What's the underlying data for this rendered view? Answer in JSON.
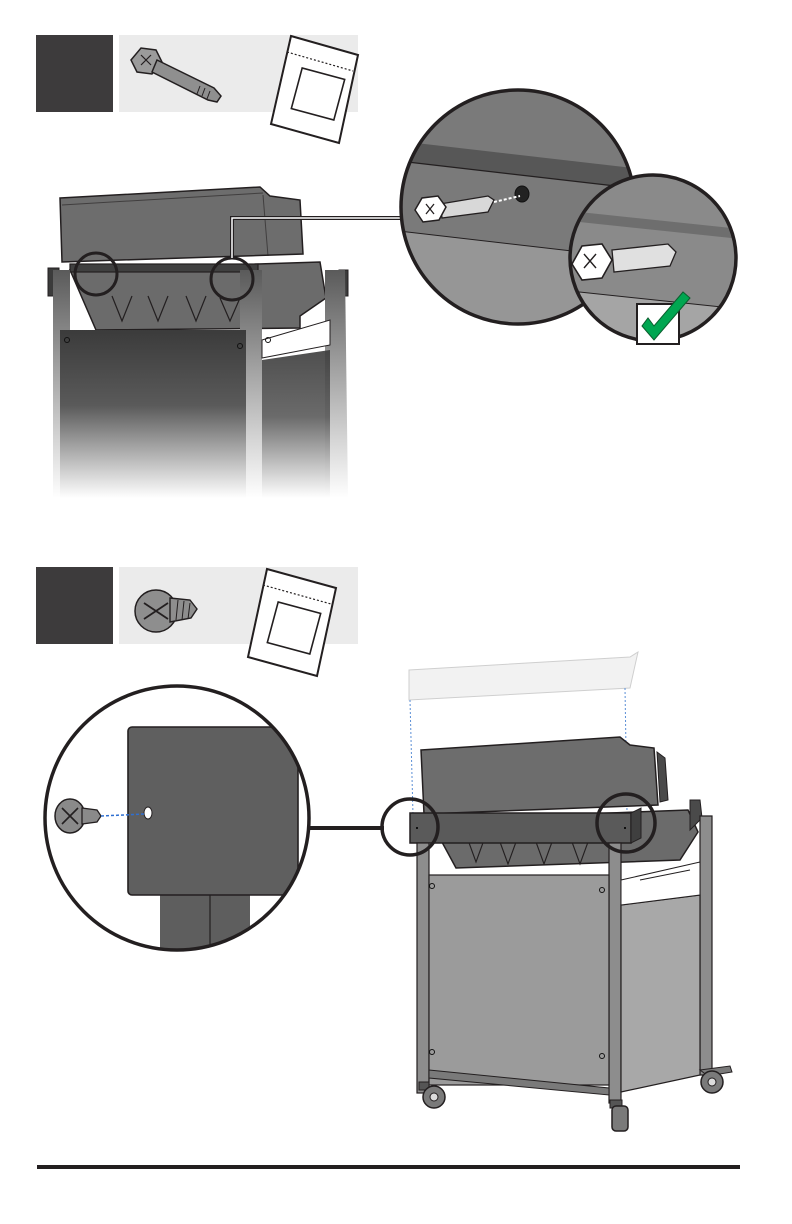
{
  "page": {
    "number": "",
    "accent_color": "#00a651",
    "dark_color": "#3d3b3c",
    "panel_color": "#ebebeb"
  },
  "steps": [
    {
      "id": "step-a",
      "number": "",
      "parts": [
        {
          "icon": "hex-bolt-icon",
          "quantity": ""
        },
        {
          "icon": "hardware-bag-icon"
        }
      ],
      "callouts": [
        "detail-insert-bolt",
        "detail-bolt-installed"
      ],
      "status_icon": "green-checkmark-icon"
    },
    {
      "id": "step-b",
      "number": "",
      "parts": [
        {
          "icon": "phillips-screw-icon",
          "quantity": ""
        },
        {
          "icon": "hardware-bag-icon"
        }
      ],
      "callouts": [
        "detail-panel-screw"
      ]
    }
  ]
}
